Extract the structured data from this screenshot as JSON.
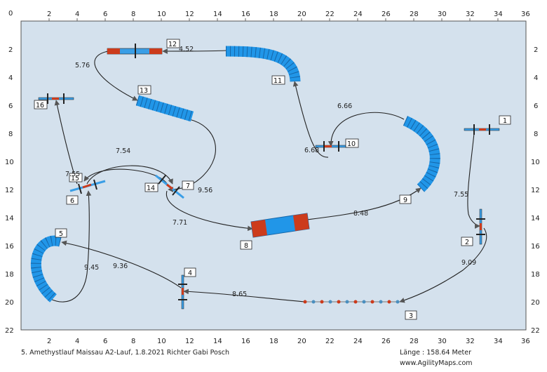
{
  "ticks_x": [
    "0",
    "2",
    "4",
    "6",
    "8",
    "10",
    "12",
    "14",
    "16",
    "18",
    "20",
    "22",
    "24",
    "26",
    "28",
    "30",
    "32",
    "34",
    "36"
  ],
  "ticks_y": [
    "0",
    "2",
    "4",
    "6",
    "8",
    "10",
    "12",
    "14",
    "16",
    "18",
    "20",
    "22"
  ],
  "obstacle_numbers": [
    "1",
    "2",
    "3",
    "4",
    "5",
    "6",
    "7",
    "8",
    "9",
    "10",
    "11",
    "12",
    "13",
    "14",
    "15",
    "16"
  ],
  "distances": [
    "7.55",
    "9.09",
    "8.65",
    "9.36",
    "9.45",
    "7.55",
    "7.54",
    "9.56",
    "7.71",
    "8.48",
    "6.66",
    "6.68",
    "4.52",
    "5.76"
  ],
  "footer": {
    "title": "5. Amethystlauf Maissau A2-Lauf, 1.8.2021 Richter Gabi Posch",
    "length": "Länge : 158.64 Meter",
    "website": "www.AgilityMaps.com"
  },
  "colors": {
    "field": "#d4e1ed",
    "tunnel": "#2196e8",
    "hurdle_red": "#cc3b1c",
    "hurdle_blue": "#3a9ee6"
  }
}
